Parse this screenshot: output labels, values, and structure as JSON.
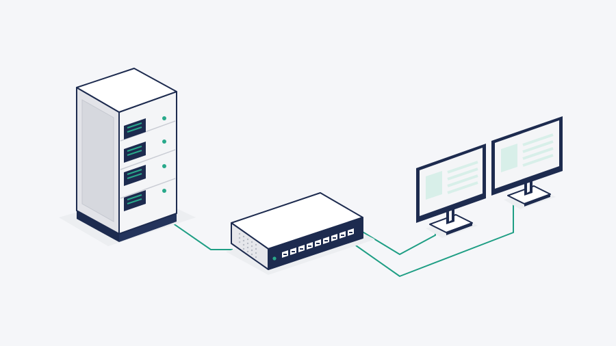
{
  "diagram": {
    "colors": {
      "background": "#f5f6f9",
      "navy": "#1d2b4f",
      "cable": "#1e9e84",
      "led": "#29a98b",
      "light_face": "#f7f7f9",
      "mid_face": "#e6e7eb",
      "dark_face": "#d4d6dc",
      "screen_content": "#d8efe9",
      "shadow": "#e7e8ec"
    },
    "nodes": [
      {
        "id": "server-rack",
        "kind": "server",
        "bays": 4,
        "icon": "server-rack-icon"
      },
      {
        "id": "network-switch",
        "kind": "switch",
        "ports": 9,
        "icon": "network-switch-icon"
      },
      {
        "id": "monitor-1",
        "kind": "desktop-monitor",
        "icon": "monitor-icon"
      },
      {
        "id": "monitor-2",
        "kind": "desktop-monitor",
        "icon": "monitor-icon"
      }
    ],
    "links": [
      {
        "from": "server-rack",
        "to": "network-switch"
      },
      {
        "from": "network-switch",
        "to": "monitor-1"
      },
      {
        "from": "network-switch",
        "to": "monitor-2"
      }
    ]
  }
}
